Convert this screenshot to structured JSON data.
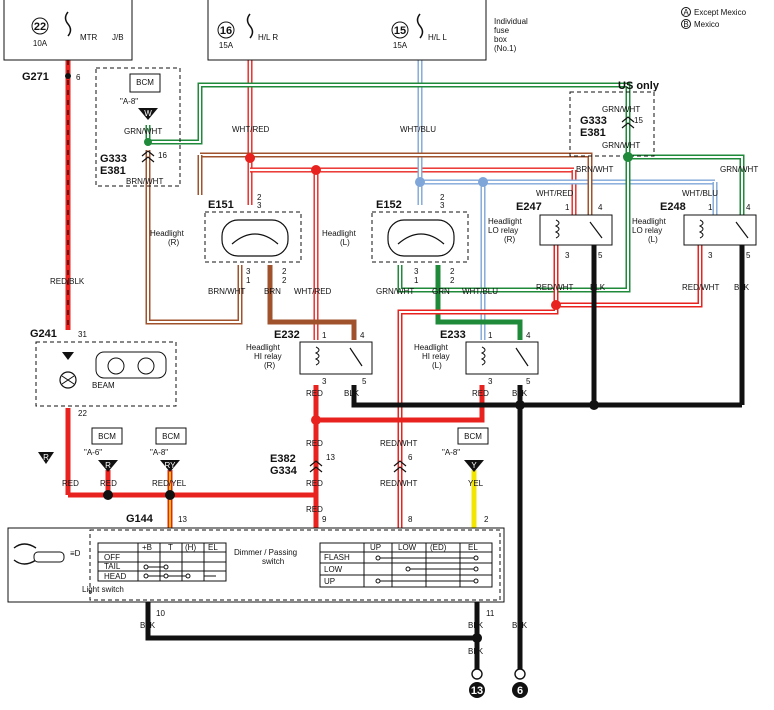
{
  "fuses": {
    "f22": {
      "num": "22",
      "amp": "10A",
      "name": "MTR",
      "box": "J/B"
    },
    "f16": {
      "num": "16",
      "amp": "15A",
      "name": "H/L R"
    },
    "f15": {
      "num": "15",
      "amp": "15A",
      "name": "H/L L"
    },
    "fusebox_label": [
      "Individual",
      "fuse",
      "box",
      "(No.1)"
    ]
  },
  "legend": {
    "a": "A",
    "a_text": "Except Mexico",
    "b": "B",
    "b_text": "Mexico"
  },
  "us_only": "US only",
  "connectors": {
    "g271": "G271",
    "g271_pin": "6",
    "g333": "G333",
    "e381": "E381",
    "g333_pin": "16",
    "g333r": "G333",
    "e381r": "E381",
    "g333r_pin": "15",
    "g241": "G241",
    "g241_pin_top": "31",
    "g241_pin_bot": "22",
    "e151": "E151",
    "e152": "E152",
    "e247": "E247",
    "e248": "E248",
    "e232": "E232",
    "e233": "E233",
    "e382": "E382",
    "g334": "G334",
    "e382_pin13": "13",
    "e382_pin6": "6",
    "g144": "G144",
    "g144_pin13": "13",
    "g144_pin9": "9",
    "g144_pin8": "8",
    "g144_pin2": "2",
    "pin10": "10",
    "pin11": "11",
    "p1": "1",
    "p2": "2",
    "p3": "3",
    "p4": "4",
    "p5": "5"
  },
  "components": {
    "bcm": "BCM",
    "a8": "\"A-8\"",
    "a6": "\"A-6\"",
    "headlight_r": [
      "Headlight",
      "(R)"
    ],
    "headlight_l": [
      "Headlight",
      "(L)"
    ],
    "lo_relay_r": [
      "Headlight",
      "LO relay",
      "(R)"
    ],
    "lo_relay_l": [
      "Headlight",
      "LO relay",
      "(L)"
    ],
    "hi_relay_r": [
      "Headlight",
      "HI relay",
      "(R)"
    ],
    "hi_relay_l": [
      "Headlight",
      "HI relay",
      "(L)"
    ],
    "beam": "BEAM",
    "dimmer": [
      "Dimmer / Passing",
      "switch"
    ],
    "light_switch": "Light switch",
    "ground13": "13",
    "ground6": "6"
  },
  "wires": {
    "red_blk": "RED/BLK",
    "grn_wht": "GRN/WHT",
    "brn_wht": "BRN/WHT",
    "wht_red": "WHT/RED",
    "wht_blu": "WHT/BLU",
    "brn": "BRN",
    "grn": "GRN",
    "red_wht": "RED/WHT",
    "blk": "BLK",
    "red": "RED",
    "red_lower": "RED",
    "red_yel": "RED/YEL",
    "yel": "YEL",
    "r": "R",
    "ry": "RY",
    "w": "W",
    "y": "Y"
  },
  "pinrefs": {
    "a3": "3",
    "b1": "1",
    "a2": "2",
    "b2": "2",
    "a2top": "2",
    "b3top": "3"
  },
  "switch_table": {
    "light_headers": [
      "+B",
      "T",
      "(H)",
      "EL"
    ],
    "light_rows": [
      "OFF",
      "TAIL",
      "HEAD"
    ],
    "dimmer_headers": [
      "UP",
      "LOW",
      "(ED)",
      "EL"
    ],
    "dimmer_rows": [
      "FLASH",
      "LOW",
      "UP"
    ]
  },
  "colors": {
    "red": "#e8231f",
    "green": "#1f8a3a",
    "brown": "#a0522d",
    "blue": "#7ea6d8",
    "yellow": "#f2e600",
    "black": "#111111"
  }
}
